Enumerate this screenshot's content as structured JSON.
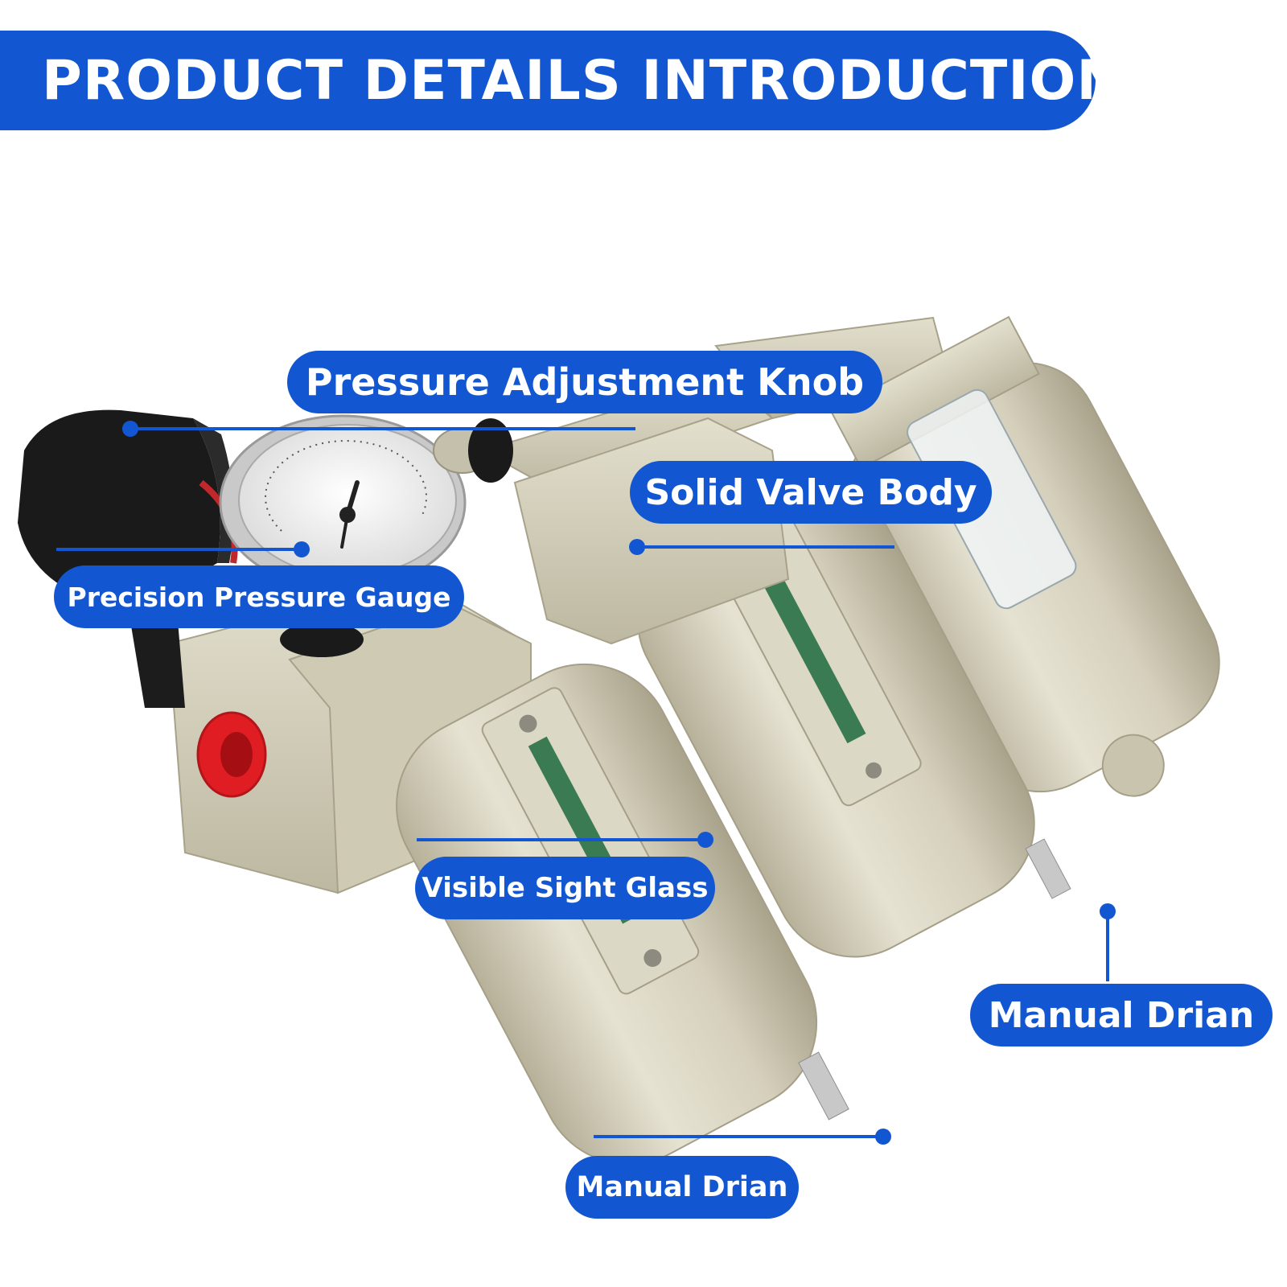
{
  "banner": {
    "title": "PRODUCT DETAILS INTRODUCTION"
  },
  "callouts": {
    "knob": "Pressure Adjustment Knob",
    "body": "Solid Valve Body",
    "gauge": "Precision Pressure Gauge",
    "glass": "Visible Sight Glass",
    "drain_right": "Manual Drian",
    "drain_bottom": "Manual Drian"
  },
  "colors": {
    "accent": "#1257d1",
    "metal": "#d7d3c0",
    "metal_dark": "#b9b39c",
    "knob": "#1a1a1a",
    "port": "#e01d22",
    "sight": "#1f6b3e"
  }
}
